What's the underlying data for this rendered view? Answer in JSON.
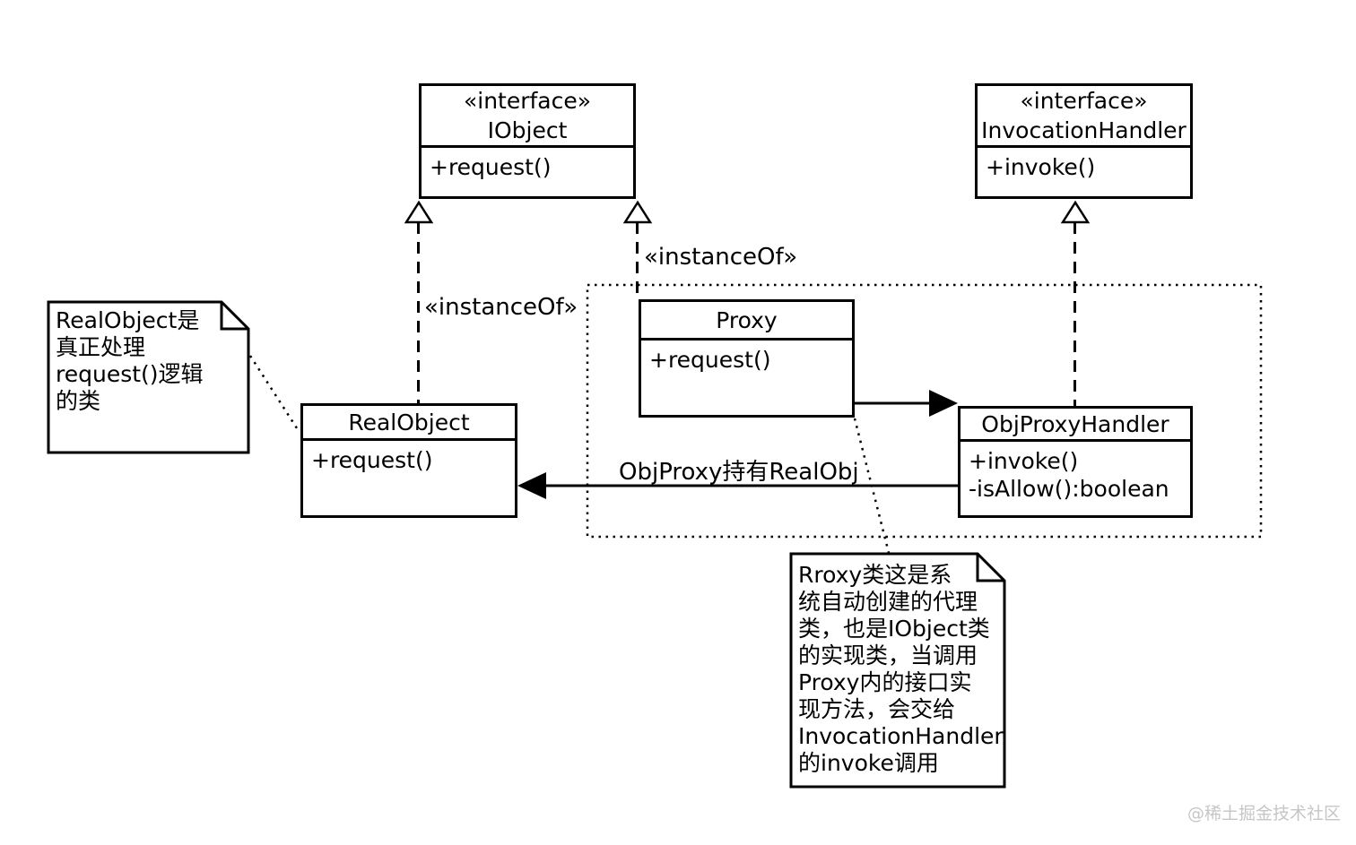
{
  "classes": {
    "iobject": {
      "stereotype": "«interface»",
      "name": "IObject",
      "members": [
        "+request()"
      ]
    },
    "invocation_handler": {
      "stereotype": "«interface»",
      "name": "InvocationHandler",
      "members": [
        "+invoke()"
      ]
    },
    "proxy": {
      "name": "Proxy",
      "members": [
        "+request()"
      ]
    },
    "real_object": {
      "name": "RealObject",
      "members": [
        "+request()"
      ]
    },
    "obj_proxy_handler": {
      "name": "ObjProxyHandler",
      "members": [
        "+invoke()",
        "-isAllow():boolean"
      ]
    }
  },
  "notes": {
    "real_object_note": "RealObject是\n真正处理\nrequest()逻辑\n的类",
    "proxy_note": "Rroxy类这是系\n统自动创建的代理\n类，也是IObject类\n的实现类，当调用\nProxy内的接口实\n现方法，会交给\nInvocationHandler\n的invoke调用"
  },
  "labels": {
    "instance_of_left": "«instanceOf»",
    "instance_of_right": "«instanceOf»",
    "holds_real_obj": "ObjProxy持有RealObj"
  },
  "watermark": "@稀土掘金技术社区",
  "colors": {
    "line": "#000000",
    "background": "#ffffff",
    "watermark": "#c6c6c6"
  }
}
